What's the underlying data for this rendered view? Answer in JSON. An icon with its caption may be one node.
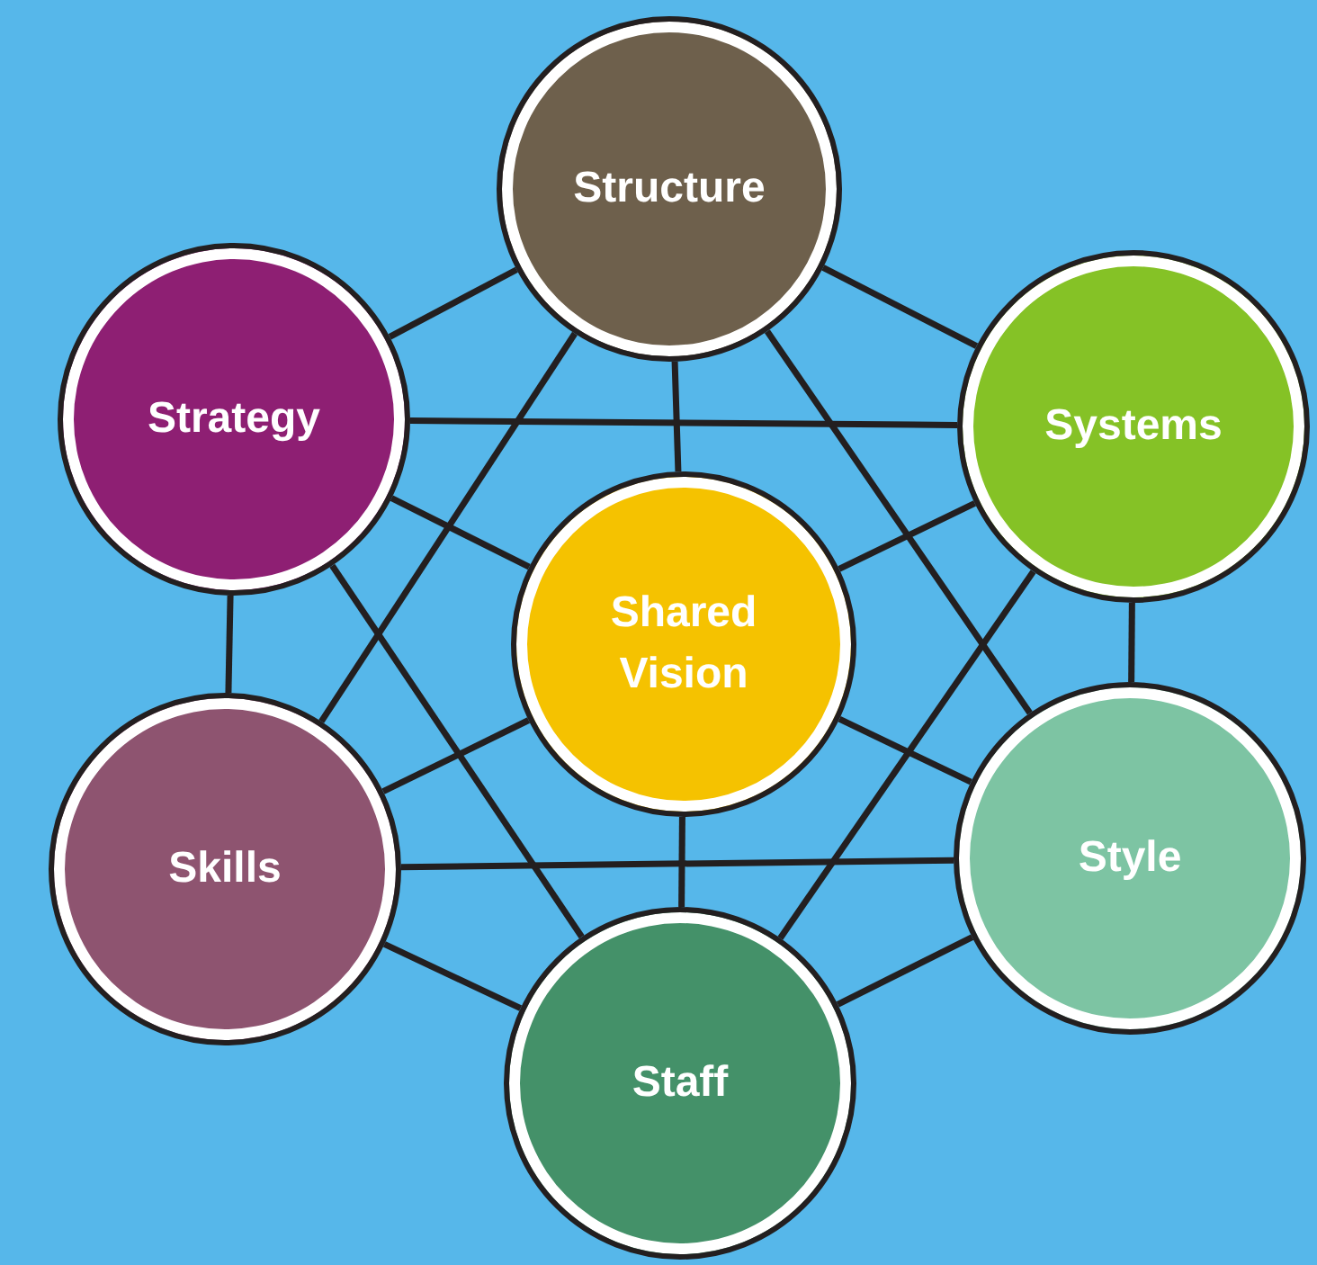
{
  "diagram": {
    "nodes": [
      {
        "text": [
          "Structure"
        ]
      },
      {
        "text": [
          "Strategy"
        ]
      },
      {
        "text": [
          "Systems"
        ]
      },
      {
        "text": [
          "Shared Vision"
        ]
      },
      {
        "text": [
          "Skills"
        ]
      },
      {
        "text": [
          "Style"
        ]
      },
      {
        "text": [
          "Staff"
        ]
      }
    ],
    "edges": [
      {
        "from": 0,
        "to": 1,
        "arrow": "none"
      },
      {
        "from": 0,
        "to": 2,
        "arrow": "none"
      },
      {
        "from": 0,
        "to": 4,
        "arrow": "none"
      },
      {
        "from": 0,
        "to": 5,
        "arrow": "none"
      },
      {
        "from": 0,
        "to": 3,
        "arrow": "none"
      },
      {
        "from": 1,
        "to": 2,
        "arrow": "none"
      },
      {
        "from": 1,
        "to": 4,
        "arrow": "none"
      },
      {
        "from": 1,
        "to": 3,
        "arrow": "none"
      },
      {
        "from": 1,
        "to": 6,
        "arrow": "none"
      },
      {
        "from": 2,
        "to": 3,
        "arrow": "none"
      },
      {
        "from": 2,
        "to": 5,
        "arrow": "none"
      },
      {
        "from": 2,
        "to": 6,
        "arrow": "none"
      },
      {
        "from": 4,
        "to": 3,
        "arrow": "none"
      },
      {
        "from": 4,
        "to": 5,
        "arrow": "none"
      },
      {
        "from": 4,
        "to": 6,
        "arrow": "none"
      },
      {
        "from": 5,
        "to": 3,
        "arrow": "none"
      },
      {
        "from": 5,
        "to": 6,
        "arrow": "none"
      },
      {
        "from": 6,
        "to": 3,
        "arrow": "none"
      }
    ]
  }
}
